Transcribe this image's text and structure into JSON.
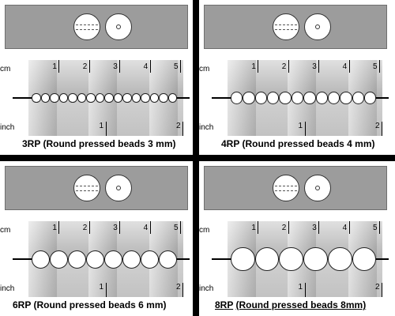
{
  "units": {
    "cm": "cm",
    "inch": "inch"
  },
  "cm_ticks": [
    "1",
    "2",
    "3",
    "4",
    "5"
  ],
  "inch_ticks": [
    "1",
    "2"
  ],
  "panels": [
    {
      "code": "3RP",
      "title": "(Round pressed beads 3 mm)",
      "bead_mm": 3
    },
    {
      "code": "4RP",
      "title": "(Round pressed beads 4 mm)",
      "bead_mm": 4
    },
    {
      "code": "6RP",
      "title": "(Round pressed beads 6 mm)",
      "bead_mm": 6
    },
    {
      "code": "8RP",
      "title": "(Round pressed beads 8mm)",
      "bead_mm": 8
    }
  ],
  "colors": {
    "header": "#9c9c9c",
    "divider": "#000000"
  }
}
